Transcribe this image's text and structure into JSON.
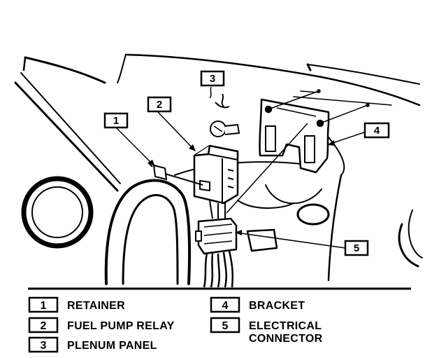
{
  "callouts": [
    {
      "number": "1"
    },
    {
      "number": "2"
    },
    {
      "number": "3"
    },
    {
      "number": "4"
    },
    {
      "number": "5"
    }
  ],
  "legend": [
    {
      "number": "1",
      "label": "RETAINER"
    },
    {
      "number": "2",
      "label": "FUEL PUMP RELAY"
    },
    {
      "number": "3",
      "label": "PLENUM PANEL"
    },
    {
      "number": "4",
      "label": "BRACKET"
    },
    {
      "number": "5",
      "label_line1": "ELECTRICAL",
      "label_line2": "CONNECTOR"
    }
  ],
  "colors": {
    "ink": "#000000",
    "paper": "#ffffff"
  }
}
